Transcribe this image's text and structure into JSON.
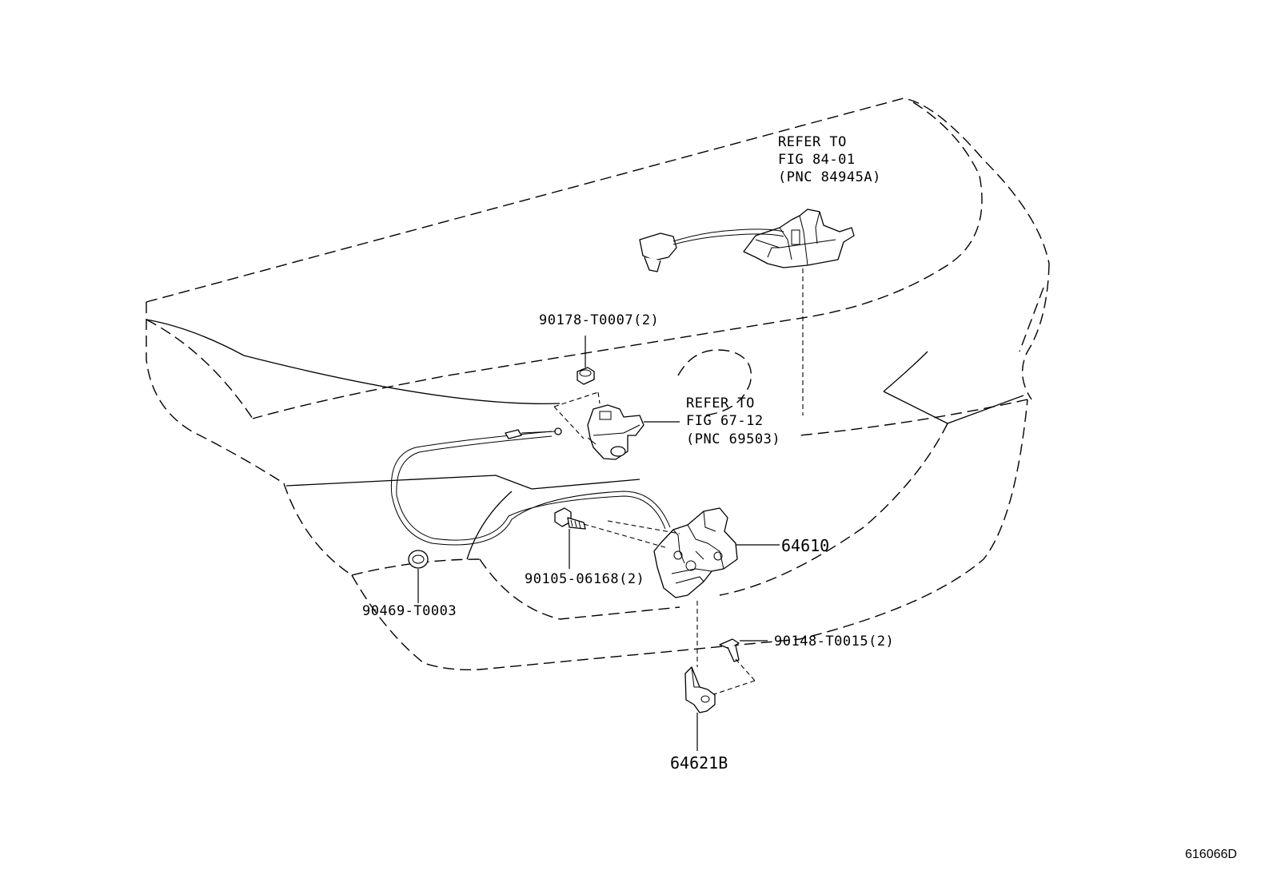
{
  "figure_id": "616066D",
  "callouts": {
    "refer_84": [
      "REFER TO",
      "FIG 84-01",
      "(PNC 84945A)"
    ],
    "refer_67": [
      "REFER TO",
      "FIG 67-12",
      "(PNC 69503)"
    ],
    "nut_top": "90178-T0007(2)",
    "lock_assy": "64610",
    "bolt": "90105-06168(2)",
    "plug": "90469-T0003",
    "screw": "90148-T0015(2)",
    "bracket": "64621B"
  }
}
